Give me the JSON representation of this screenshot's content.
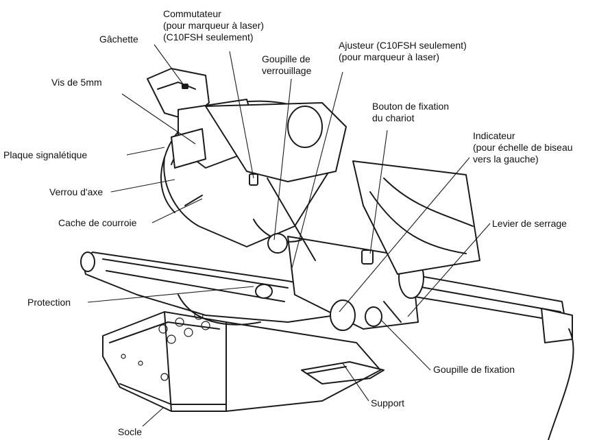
{
  "labels": {
    "commutateur": [
      "Commutateur",
      "(pour marqueur à laser)",
      "(C10FSH seulement)"
    ],
    "gachette": [
      "Gâchette"
    ],
    "goupille_verrouillage": [
      "Goupille de",
      "verrouillage"
    ],
    "ajusteur": [
      "Ajusteur (C10FSH seulement)",
      "(pour marqueur à laser)"
    ],
    "vis": [
      "Vis de 5mm"
    ],
    "bouton_fixation": [
      "Bouton de fixation",
      "du chariot"
    ],
    "plaque": [
      "Plaque signalétique"
    ],
    "indicateur": [
      "Indicateur",
      "(pour échelle de biseau",
      "vers la gauche)"
    ],
    "verrou_axe": [
      "Verrou d'axe"
    ],
    "cache_courroie": [
      "Cache de courroie"
    ],
    "levier_serrage": [
      "Levier de serrage"
    ],
    "protection": [
      "Protection"
    ],
    "goupille_fixation": [
      "Goupille de fixation"
    ],
    "support": [
      "Support"
    ],
    "socle": [
      "Socle"
    ]
  }
}
